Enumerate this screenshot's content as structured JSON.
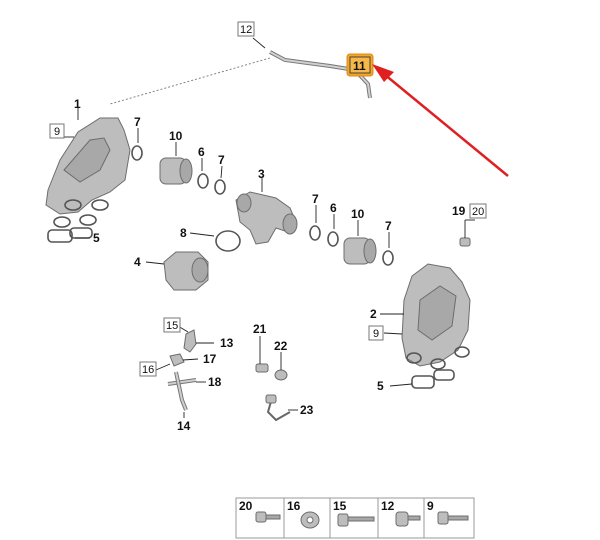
{
  "callouts": {
    "c1": "1",
    "c2": "2",
    "c3": "3",
    "c4": "4",
    "c5a": "5",
    "c5b": "5",
    "c6a": "6",
    "c6b": "6",
    "c7a": "7",
    "c7b": "7",
    "c7c": "7",
    "c7d": "7",
    "c8": "8",
    "c9a": "9",
    "c9b": "9",
    "c10a": "10",
    "c10b": "10",
    "c11": "11",
    "c12": "12",
    "c13": "13",
    "c14": "14",
    "c15": "15",
    "c16": "16",
    "c17": "17",
    "c18": "18",
    "c19": "19",
    "c20": "20",
    "c21": "21",
    "c22": "22",
    "c23": "23"
  },
  "fastener_tray": [
    "20",
    "16",
    "15",
    "12",
    "9"
  ],
  "highlight": {
    "part": "11",
    "color": "#f5a623",
    "arrow_color": "#e02020"
  }
}
